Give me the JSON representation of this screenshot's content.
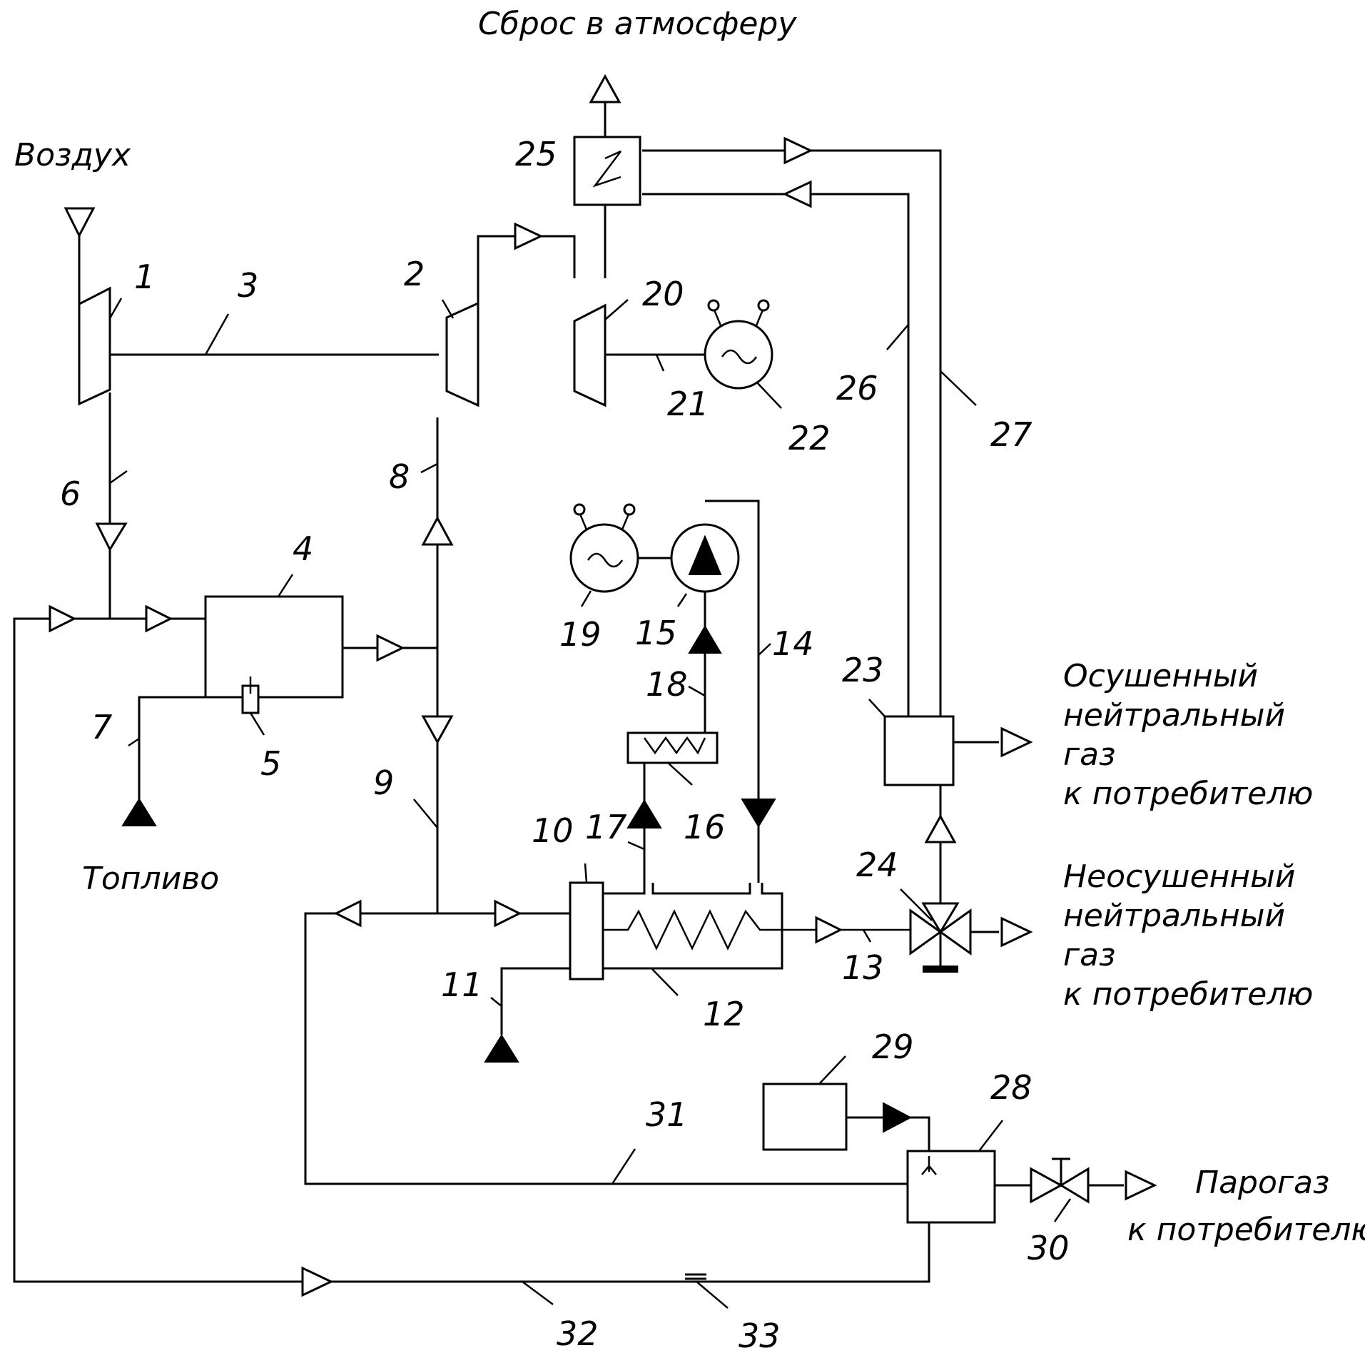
{
  "labels": {
    "exhaust": "Сброс в атмосферу",
    "air": "Воздух",
    "fuel": "Топливо",
    "dry_gas": [
      "Осушенный",
      "нейтральный",
      "газ",
      "к потребителю"
    ],
    "wet_gas": [
      "Неосушенный",
      "нейтральный",
      "газ",
      "к потребителю"
    ],
    "steam_gas": [
      "Парогаз",
      "к потребителю"
    ]
  },
  "positions": {
    "p1": "1",
    "p2": "2",
    "p3": "3",
    "p4": "4",
    "p5": "5",
    "p6": "6",
    "p7": "7",
    "p8": "8",
    "p9": "9",
    "p10": "10",
    "p11": "11",
    "p12": "12",
    "p13": "13",
    "p14": "14",
    "p15": "15",
    "p16": "16",
    "p17": "17",
    "p18": "18",
    "p19": "19",
    "p20": "20",
    "p21": "21",
    "p22": "22",
    "p23": "23",
    "p24": "24",
    "p25": "25",
    "p26": "26",
    "p27": "27",
    "p28": "28",
    "p29": "29",
    "p30": "30",
    "p31": "31",
    "p32": "32",
    "p33": "33"
  }
}
